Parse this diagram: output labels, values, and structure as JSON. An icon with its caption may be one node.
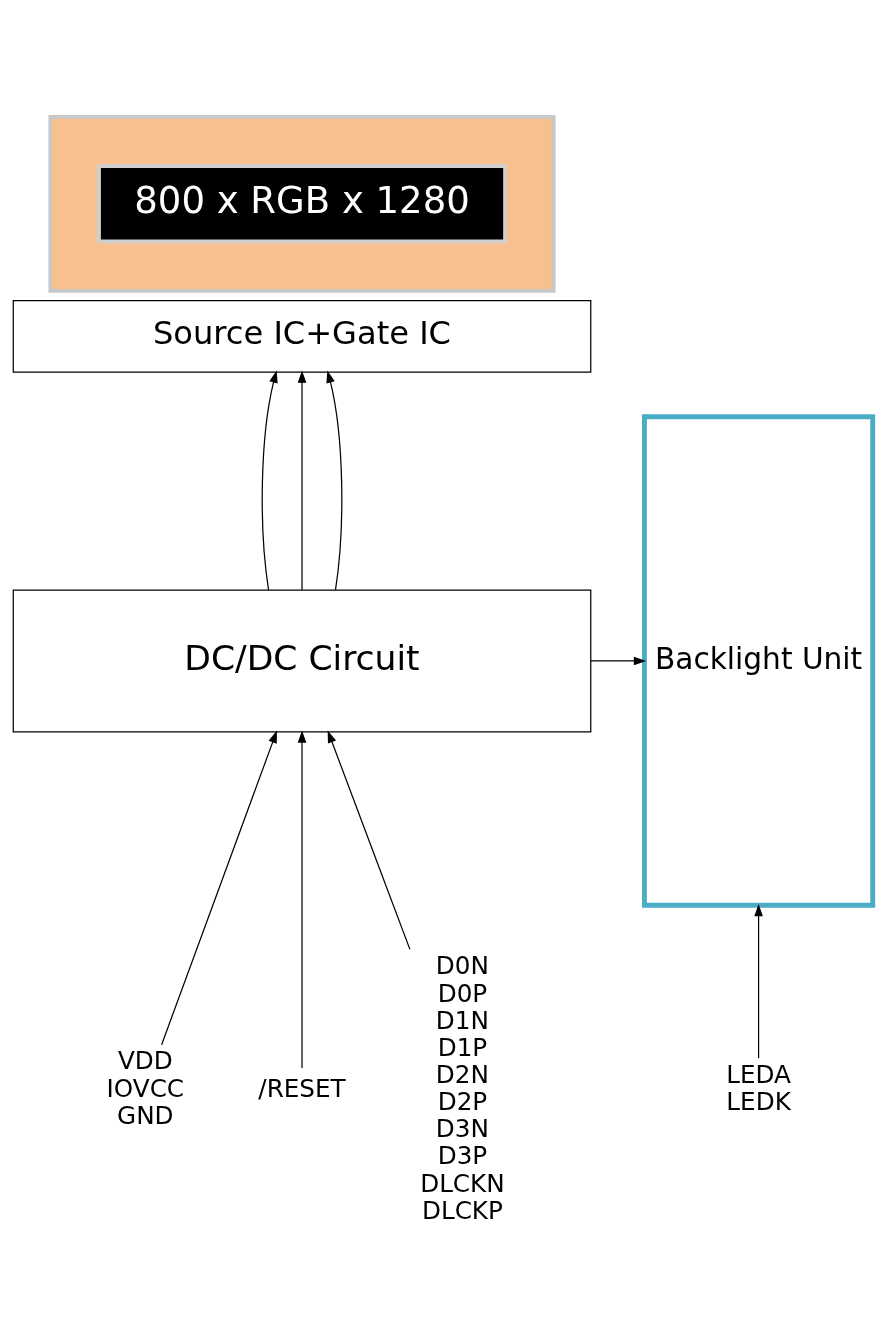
{
  "diagram": {
    "nodes": [
      {
        "text": [],
        "shape": "box"
      },
      {
        "text": [
          "800 x RGB x 1280"
        ],
        "in": 0
      },
      {
        "text": [
          "Source IC+Gate IC"
        ]
      },
      {
        "text": [
          "DC/DC Circuit"
        ]
      },
      {
        "text": [
          "Backlight Unit"
        ]
      },
      {
        "text": [
          "VDD",
          "IOVCC",
          "GND"
        ]
      },
      {
        "text": [
          "/RESET"
        ]
      },
      {
        "text": [
          "D0N",
          "D0P",
          "D1N",
          "D1P",
          "D2N",
          "D2P",
          "D3N",
          "D3P",
          "DLCKN",
          "DLCKP"
        ]
      },
      {
        "text": [
          "LEDA",
          "LEDK"
        ]
      }
    ],
    "edges": [
      {
        "from": 3,
        "to": 2,
        "arrow": "to"
      },
      {
        "from": 3,
        "to": 2,
        "arrow": "to"
      },
      {
        "from": 3,
        "to": 2,
        "arrow": "to"
      },
      {
        "from": 3,
        "to": 4,
        "arrow": "to"
      },
      {
        "from": 5,
        "to": 3,
        "arrow": "to"
      },
      {
        "from": 6,
        "to": 3,
        "arrow": "to"
      },
      {
        "from": 7,
        "to": 3,
        "arrow": "to"
      },
      {
        "from": 8,
        "to": 4,
        "arrow": "to"
      }
    ]
  }
}
